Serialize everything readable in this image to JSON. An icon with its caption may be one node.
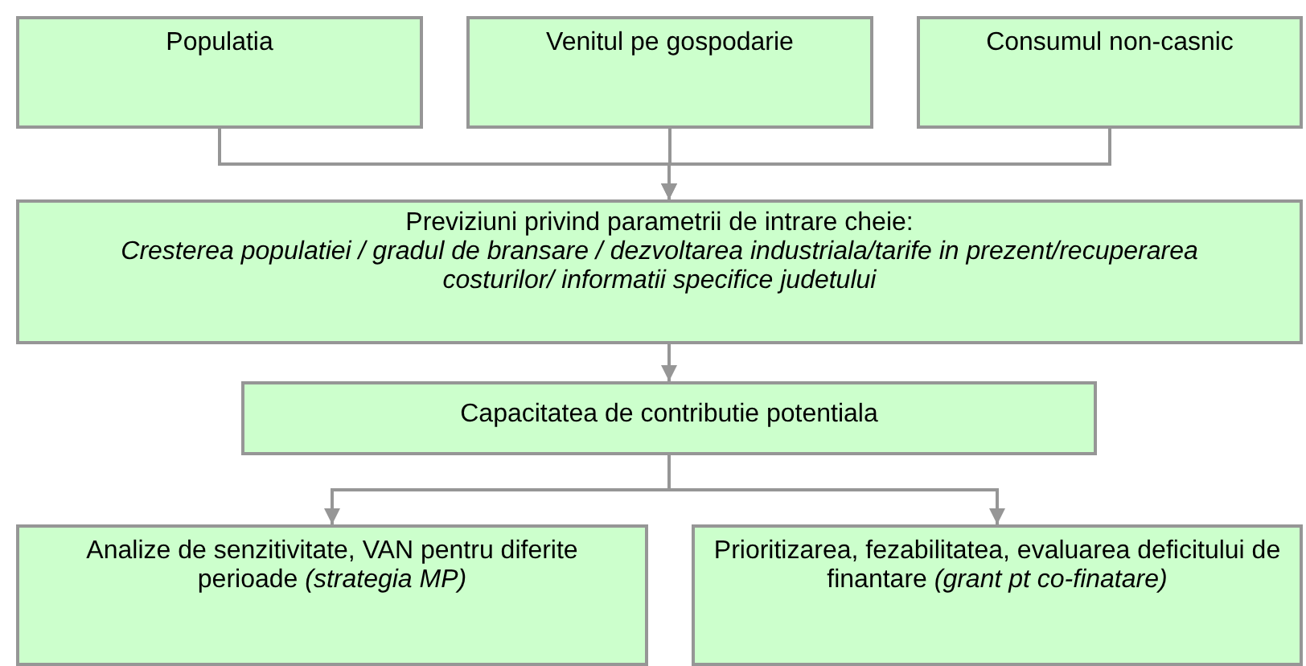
{
  "diagram": {
    "nodes": [
      {
        "text": [
          "Populatia"
        ]
      },
      {
        "text": [
          "Venitul pe gospodarie"
        ]
      },
      {
        "text": [
          "Consumul non-casnic"
        ]
      },
      {
        "text": [
          "Previziuni privind parametrii de intrare cheie:",
          "Cresterea populatiei / gradul de bransare / dezvoltarea industriala/tarife in prezent/recuperarea costurilor/ informatii specifice judetului"
        ]
      },
      {
        "text": [
          "Capacitatea de contributie potentiala"
        ]
      },
      {
        "text": [
          "Analize de senzitivitate, VAN pentru diferite perioade *(strategia MP)*"
        ]
      },
      {
        "text": [
          "Prioritizarea, fezabilitatea, evaluarea deficitului de finantare *(grant pt co-finatare)*"
        ]
      }
    ],
    "edges": [
      {
        "from": 0,
        "to": 3,
        "arrow": "to"
      },
      {
        "from": 1,
        "to": 3,
        "arrow": "to"
      },
      {
        "from": 2,
        "to": 3,
        "arrow": "to"
      },
      {
        "from": 3,
        "to": 4,
        "arrow": "to"
      },
      {
        "from": 4,
        "to": 5,
        "arrow": "to"
      },
      {
        "from": 4,
        "to": 6,
        "arrow": "to"
      }
    ]
  }
}
